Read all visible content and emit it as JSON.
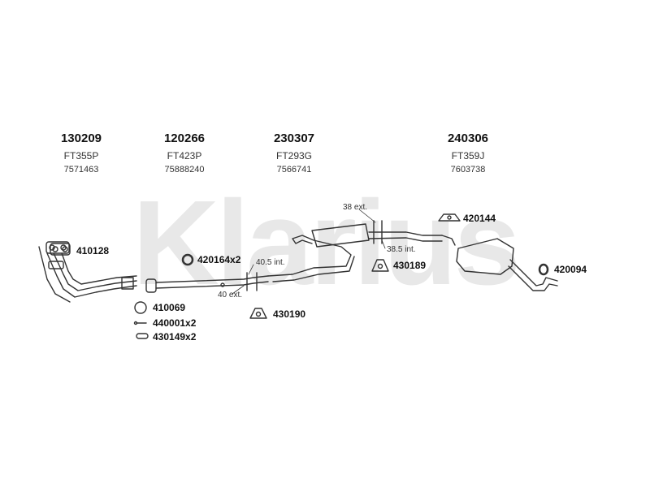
{
  "watermark": "Klarius",
  "columns": [
    {
      "part": "130209",
      "code": "FT355P",
      "ref": "7571463"
    },
    {
      "part": "120266",
      "code": "FT423P",
      "ref": "75888240"
    },
    {
      "part": "230307",
      "code": "FT293G",
      "ref": "7566741"
    },
    {
      "part": "240306",
      "code": "FT359J",
      "ref": "7603738"
    }
  ],
  "parts": {
    "p410128": "410128",
    "p420164": "420164x2",
    "p410069": "410069",
    "p440001": "440001x2",
    "p430149": "430149x2",
    "p430190": "430190",
    "p430189": "430189",
    "p420144": "420144",
    "p420094": "420094"
  },
  "notes": {
    "n38ext": "38 ext.",
    "n385int": "38.5 int.",
    "n405int": "40.5 int.",
    "n40ext": "40 ext."
  },
  "colors": {
    "line": "#333333",
    "watermark": "#e6e6e6"
  }
}
